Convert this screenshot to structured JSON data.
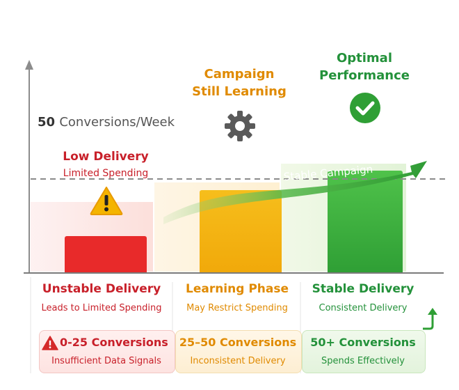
{
  "threshold": {
    "value": "50",
    "label": "Conversions/Week"
  },
  "chart": {
    "bar_levels": [
      0.26,
      0.59,
      0.73
    ],
    "threshold_level": 0.67
  },
  "stages": [
    {
      "title_lines": [
        "Low Delivery"
      ],
      "subtitle": "Limited Spending",
      "icon": "warning-triangle-icon",
      "color": "#e82a2a",
      "footer_title": "Unstable Delivery",
      "footer_sub": "Leads to Limited Spending",
      "box_title": "0-25 Conversions",
      "box_sub": "Insufficient Data Signals"
    },
    {
      "title_lines": [
        "Campaign",
        "Still Learning"
      ],
      "icon": "gear-icon",
      "color": "#f3b10c",
      "footer_title": "Learning Phase",
      "footer_sub": "May Restrict Spending",
      "box_title": "25–50 Conversions",
      "box_sub": "Inconsistent Delivery"
    },
    {
      "title_lines": [
        "Optimal",
        "Performance"
      ],
      "icon": "check-circle-icon",
      "color": "#37a83a",
      "footer_title": "Stable Delivery",
      "footer_sub": "Consistent Delivery",
      "box_title": "50+ Conversions",
      "box_sub": "Spends Effectively"
    }
  ],
  "trend_label": "Stable Campaign",
  "colors": {
    "red": "#c8202a",
    "orange": "#e08a00",
    "green": "#23913a",
    "threshold": "#8a8a8a"
  }
}
